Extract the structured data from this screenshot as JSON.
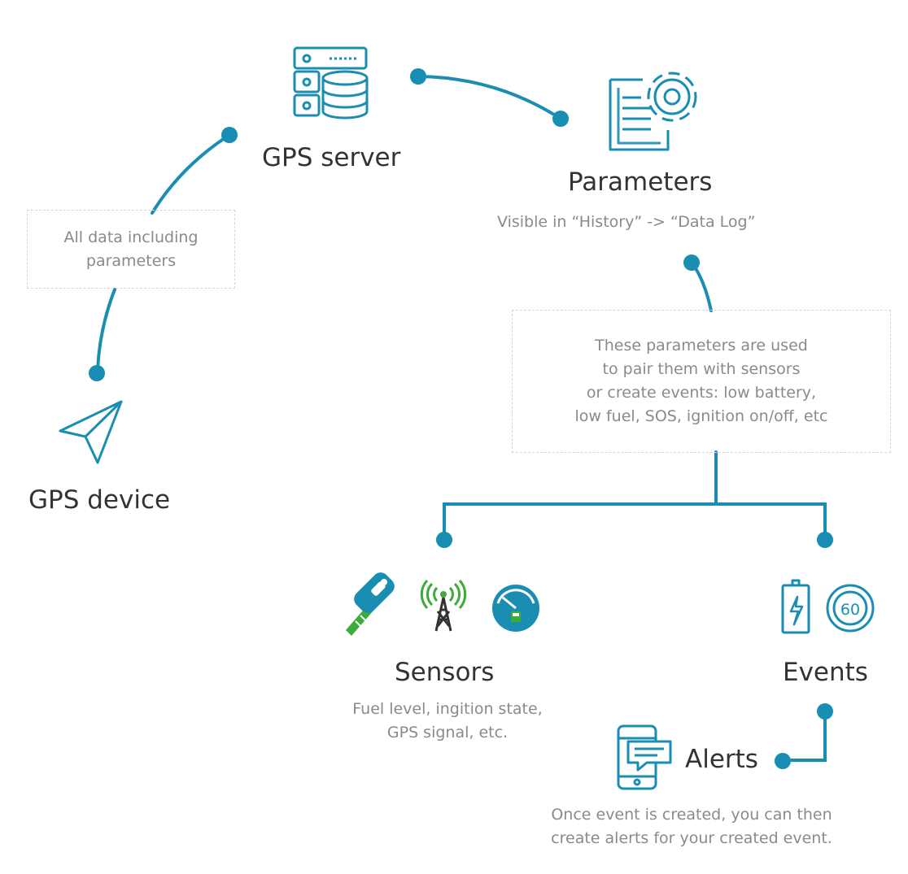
{
  "colors": {
    "accent": "#1a8eb2",
    "connector": "#1a8eb2",
    "text_title": "#333333",
    "text_desc": "#8a8a8a",
    "box_border": "#d6d6d6",
    "key_green": "#3dac3a"
  },
  "nodes": {
    "gps_server": {
      "title": "GPS server",
      "icon": "server-database-icon"
    },
    "parameters": {
      "title": "Parameters",
      "subtitle": "Visible in “History” -> “Data Log”",
      "icon": "document-gear-icon"
    },
    "gps_device": {
      "title": "GPS device",
      "icon": "paper-plane-icon"
    },
    "sensors": {
      "title": "Sensors",
      "desc": [
        "Fuel level, ingition state,",
        "GPS signal, etc."
      ],
      "icons": [
        "ignition-key-icon",
        "signal-tower-icon",
        "fuel-gauge-icon"
      ]
    },
    "events": {
      "title": "Events",
      "icons": [
        "battery-icon",
        "speed-limit-icon"
      ]
    },
    "alerts": {
      "title": "Alerts",
      "desc": [
        "Once event is created, you can then",
        "create alerts for your created event."
      ],
      "icon": "smartphone-message-icon"
    }
  },
  "notes": {
    "device_to_server": [
      "All data including",
      "parameters"
    ],
    "params_usage": [
      "These parameters are used",
      "to pair them with sensors",
      "or create events:  low battery,",
      "low fuel, SOS, ignition on/off, etc"
    ]
  }
}
